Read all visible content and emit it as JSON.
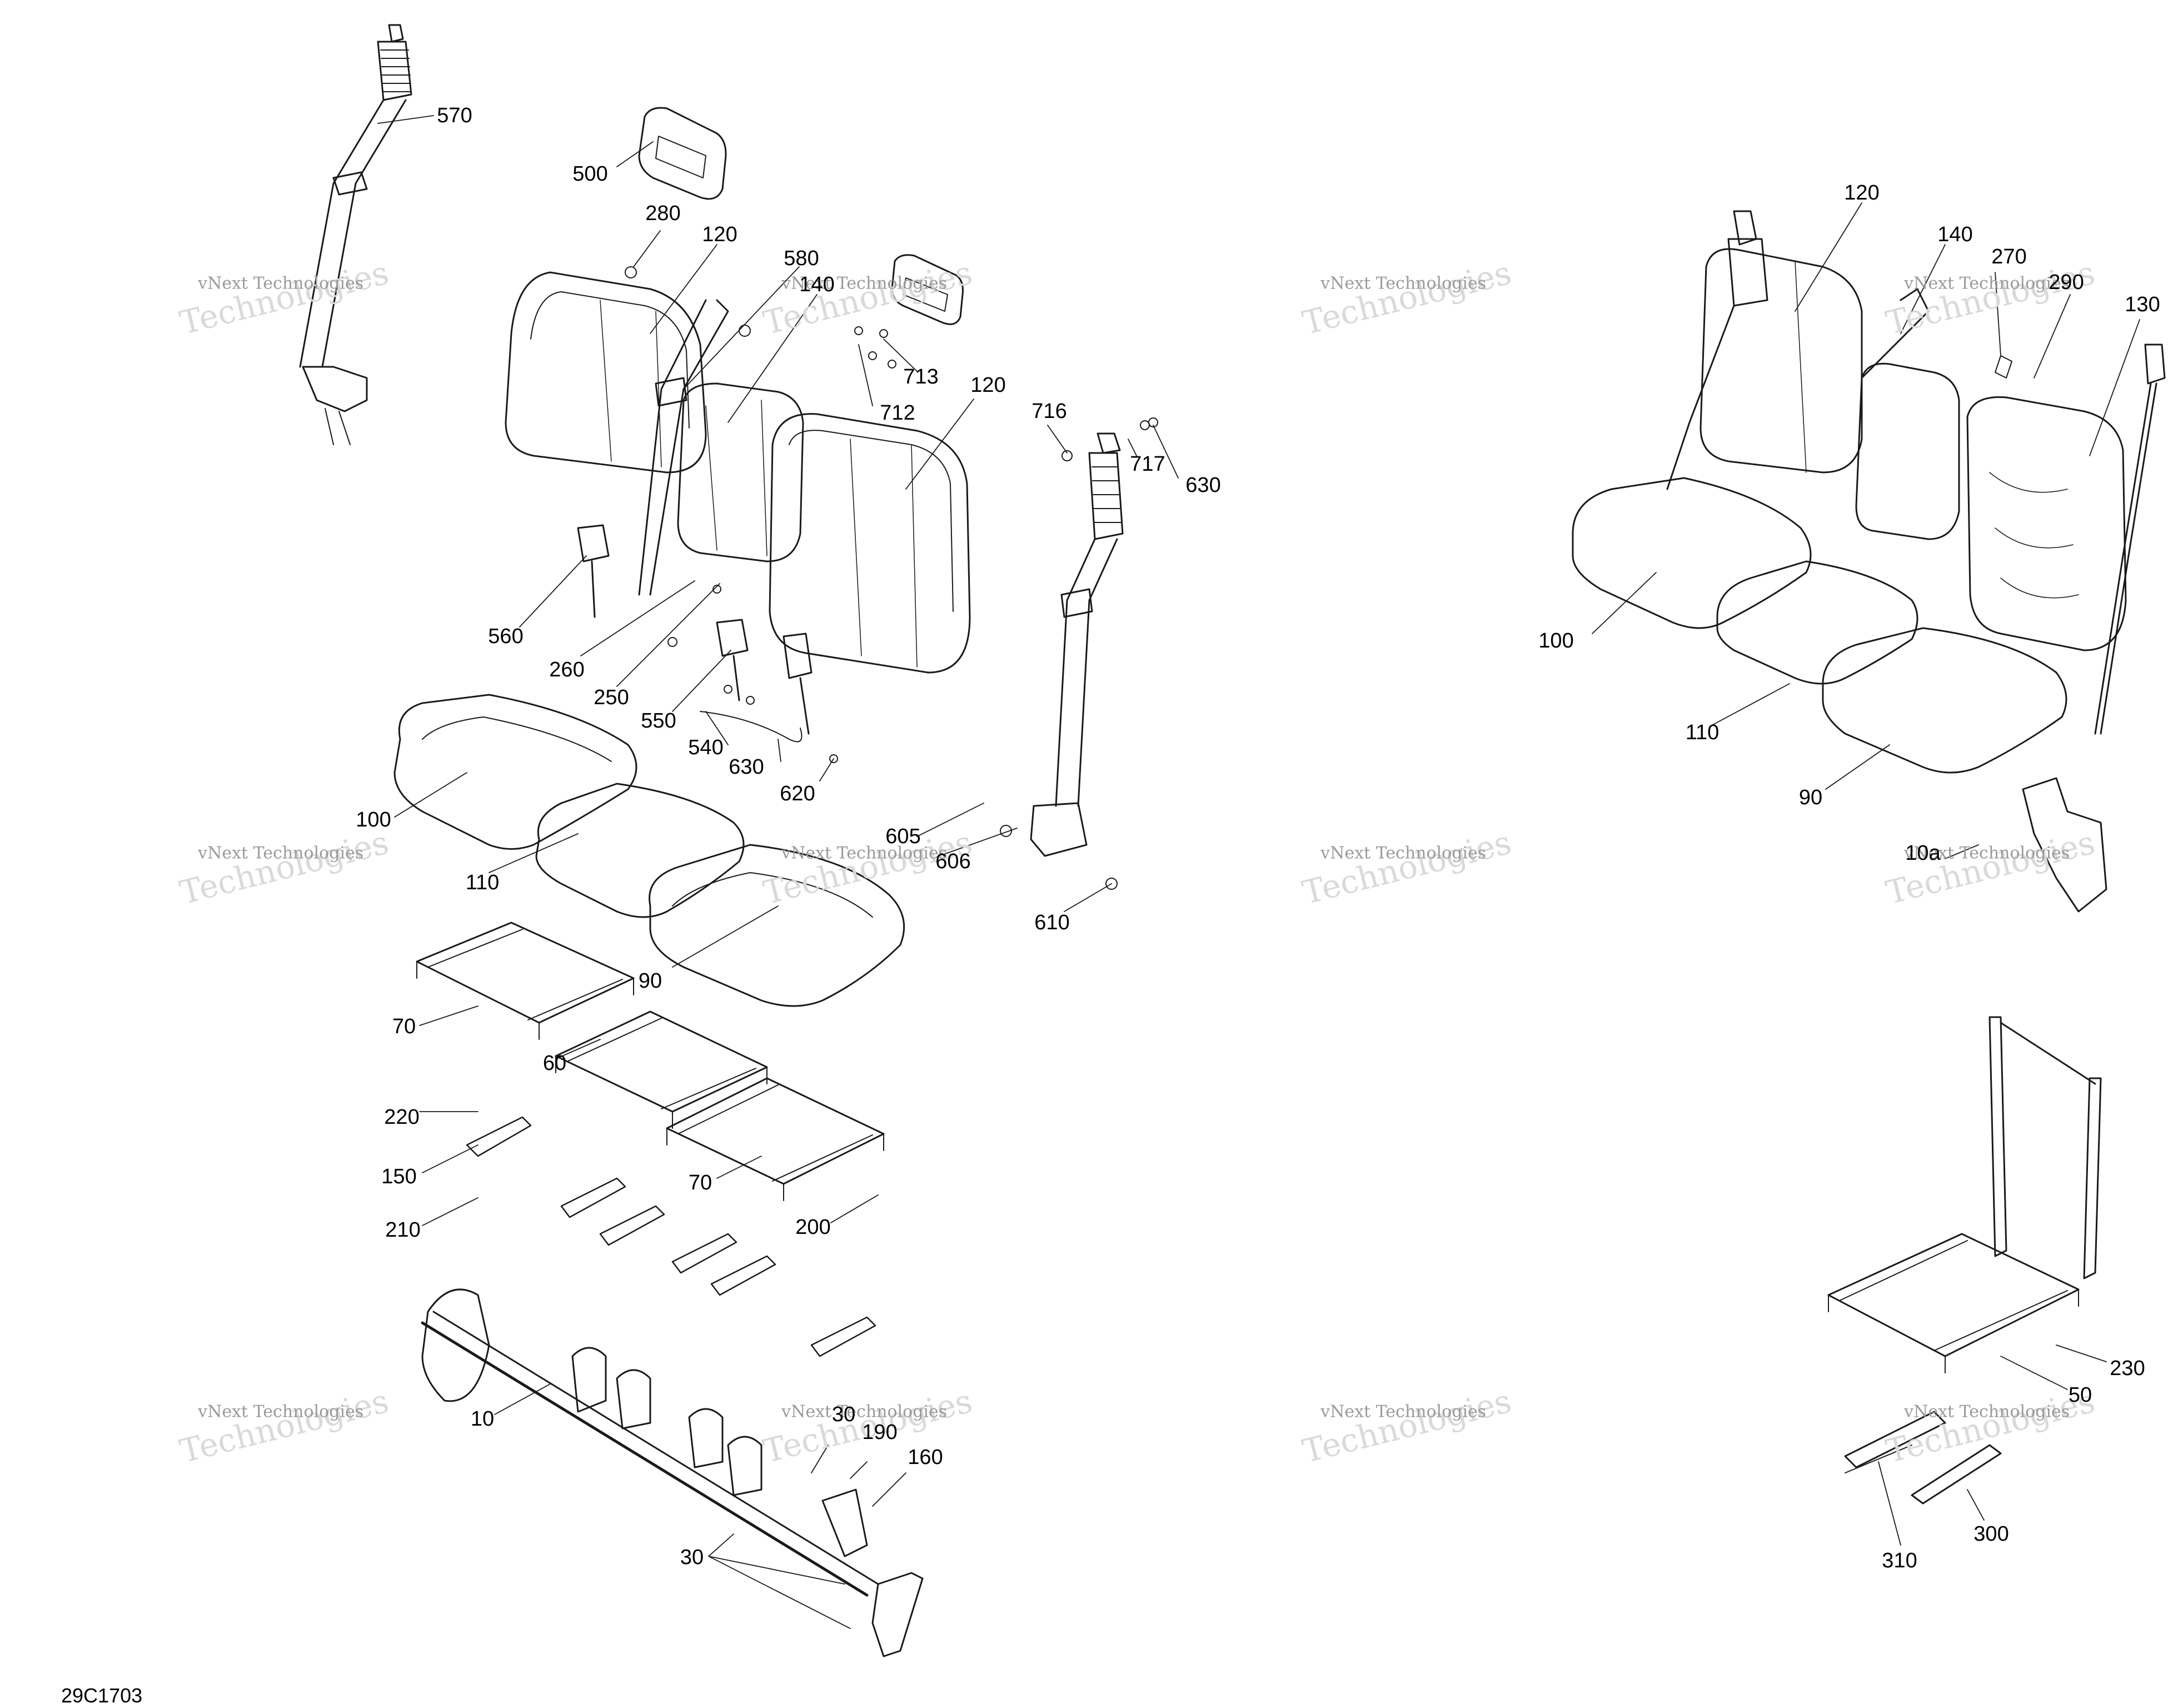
{
  "diagram_code": "29C1703",
  "watermark": {
    "small": "vNext Technologies",
    "big": "Technologies"
  },
  "callouts": [
    {
      "id": "c570a",
      "text": "570"
    },
    {
      "id": "c500",
      "text": "500"
    },
    {
      "id": "c280",
      "text": "280"
    },
    {
      "id": "c120a",
      "text": "120"
    },
    {
      "id": "c580",
      "text": "580"
    },
    {
      "id": "c140a",
      "text": "140"
    },
    {
      "id": "c713",
      "text": "713"
    },
    {
      "id": "c712",
      "text": "712"
    },
    {
      "id": "c120b",
      "text": "120"
    },
    {
      "id": "c716",
      "text": "716"
    },
    {
      "id": "c717",
      "text": "717"
    },
    {
      "id": "c630a",
      "text": "630"
    },
    {
      "id": "c560",
      "text": "560"
    },
    {
      "id": "c260",
      "text": "260"
    },
    {
      "id": "c250",
      "text": "250"
    },
    {
      "id": "c550",
      "text": "550"
    },
    {
      "id": "c540",
      "text": "540"
    },
    {
      "id": "c630b",
      "text": "630"
    },
    {
      "id": "c620",
      "text": "620"
    },
    {
      "id": "c100a",
      "text": "100"
    },
    {
      "id": "c110a",
      "text": "110"
    },
    {
      "id": "c605",
      "text": "605"
    },
    {
      "id": "c606",
      "text": "606"
    },
    {
      "id": "c610",
      "text": "610"
    },
    {
      "id": "c90a",
      "text": "90"
    },
    {
      "id": "c70a",
      "text": "70"
    },
    {
      "id": "c60",
      "text": "60"
    },
    {
      "id": "c220",
      "text": "220"
    },
    {
      "id": "c150",
      "text": "150"
    },
    {
      "id": "c70b",
      "text": "70"
    },
    {
      "id": "c210",
      "text": "210"
    },
    {
      "id": "c200",
      "text": "200"
    },
    {
      "id": "c10",
      "text": "10"
    },
    {
      "id": "c30a",
      "text": "30"
    },
    {
      "id": "c190",
      "text": "190"
    },
    {
      "id": "c160",
      "text": "160"
    },
    {
      "id": "c30b",
      "text": "30"
    },
    {
      "id": "c120c",
      "text": "120"
    },
    {
      "id": "c140b",
      "text": "140"
    },
    {
      "id": "c270",
      "text": "270"
    },
    {
      "id": "c290",
      "text": "290"
    },
    {
      "id": "c130",
      "text": "130"
    },
    {
      "id": "c100b",
      "text": "100"
    },
    {
      "id": "c110b",
      "text": "110"
    },
    {
      "id": "c90b",
      "text": "90"
    },
    {
      "id": "c10a",
      "text": "10a"
    },
    {
      "id": "c230",
      "text": "230"
    },
    {
      "id": "c50",
      "text": "50"
    },
    {
      "id": "c300",
      "text": "300"
    },
    {
      "id": "c310",
      "text": "310"
    }
  ]
}
